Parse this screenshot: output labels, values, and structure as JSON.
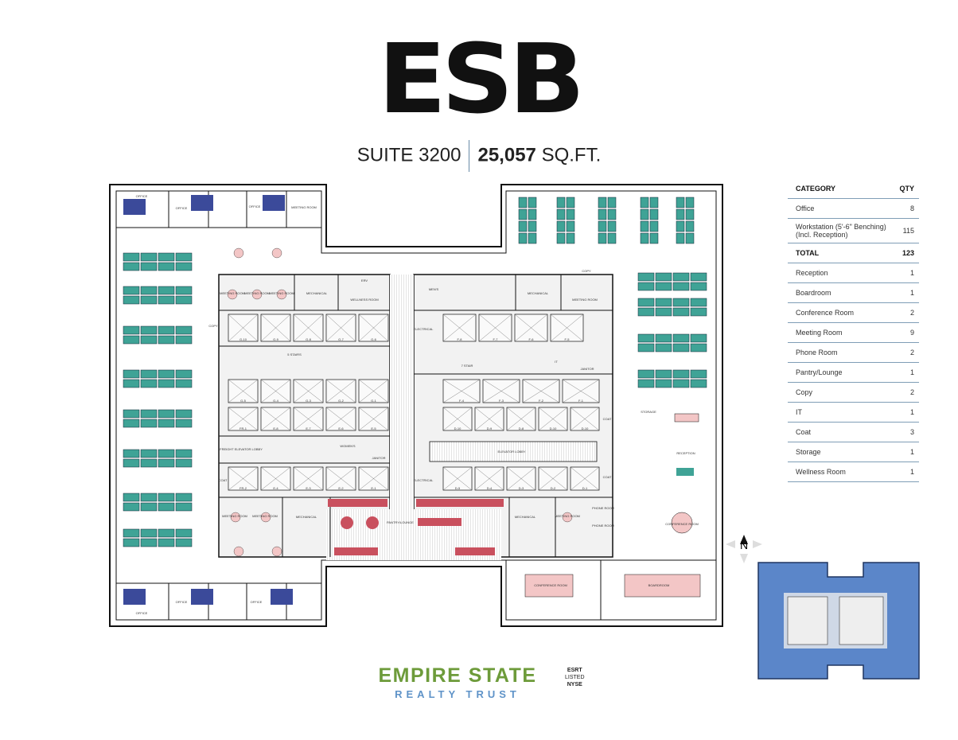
{
  "header": {
    "title": "ESB",
    "suite": "SUITE 3200",
    "area_value": "25,057",
    "area_unit": "SQ.FT."
  },
  "legend": {
    "header": {
      "category": "CATEGORY",
      "qty": "QTY"
    },
    "rows": [
      {
        "category": "Office",
        "qty": "8"
      },
      {
        "category": "Workstation (5'-6\" Benching) (Incl. Reception)",
        "qty": "115"
      },
      {
        "category": "TOTAL",
        "qty": "123"
      },
      {
        "category": "Reception",
        "qty": "1"
      },
      {
        "category": "Boardroom",
        "qty": "1"
      },
      {
        "category": "Conference Room",
        "qty": "2"
      },
      {
        "category": "Meeting Room",
        "qty": "9"
      },
      {
        "category": "Phone Room",
        "qty": "2"
      },
      {
        "category": "Pantry/Lounge",
        "qty": "1"
      },
      {
        "category": "Copy",
        "qty": "2"
      },
      {
        "category": "IT",
        "qty": "1"
      },
      {
        "category": "Coat",
        "qty": "3"
      },
      {
        "category": "Storage",
        "qty": "1"
      },
      {
        "category": "Wellness Room",
        "qty": "1"
      }
    ]
  },
  "plan": {
    "labels": {
      "office": "OFFICE",
      "meeting": "MEETING ROOM",
      "mechanical": "MECHANICAL",
      "erv": "ERV",
      "wellness": "WELLNESS ROOM",
      "mens": "MEN'S",
      "womens": "WOMEN'S",
      "stairs5": "5 STAIRS",
      "stair7": "7 STAIR",
      "it": "IT",
      "janitor": "JANITOR",
      "electrical": "ELECTRICAL",
      "coat": "COAT",
      "copy": "COPY",
      "freight": "FREIGHT ELEVATOR LOBBY",
      "elevator_lobby": "ELEVATOR LOBBY",
      "pantry": "PANTRY/LOUNGE",
      "phone": "PHONE ROOM",
      "storage": "STORAGE",
      "reception": "RECEPTION",
      "conference": "CONFERENCE ROOM",
      "boardroom": "BOARDROOM"
    },
    "elevator_banks": [
      [
        "G-10",
        "G-9",
        "G-8",
        "G-7",
        "G-6"
      ],
      [
        "G-5",
        "G-4",
        "G-3",
        "G-2",
        "G-1"
      ],
      [
        "FR-1",
        "E-8",
        "E-7",
        "E-6",
        "E-5"
      ],
      [
        "FR-2",
        "E-4",
        "E-3",
        "E-2",
        "E-1"
      ],
      [
        "F-8",
        "F-7",
        "F-6",
        "F-5"
      ],
      [
        "F-4",
        "F-3",
        "F-2",
        "F-1"
      ],
      [
        "D-10",
        "D-9",
        "D-8",
        "D-10",
        "D-10"
      ],
      [
        "D-5",
        "D-4",
        "D-3",
        "D-2",
        "D-1"
      ]
    ],
    "colors": {
      "workstation": "#3fa396",
      "office_furniture": "#3b4a9a",
      "amenity": "#f3c6c6",
      "pantry": "#c9505e",
      "wall": "#111111",
      "core": "#f2f2f2"
    }
  },
  "compass": {
    "label": "N"
  },
  "logo": {
    "line1": "EMPIRE STATE",
    "line2": "REALTY TRUST"
  },
  "listing": {
    "l1": "ESRT",
    "l2": "LISTED",
    "l3": "NYSE"
  }
}
